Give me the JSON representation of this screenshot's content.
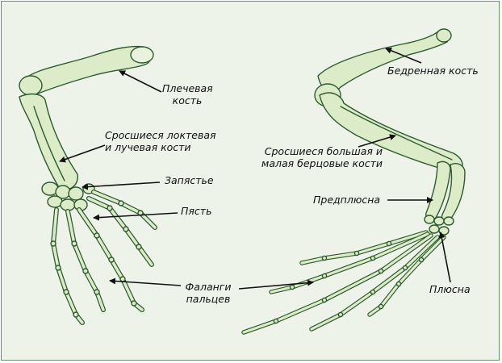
{
  "labels": {
    "humerus": "Плечевая\nкость",
    "radioulna": "Сросшиеся локтевая\nи лучевая кости",
    "carpus": "Запястье",
    "metacarpus": "Пясть",
    "phalanges": "Фаланги\nпальцев",
    "femur": "Бедренная кость",
    "tibiofibula": "Сросшиеся большая и\nмалая берцовые кости",
    "tarsus": "Предплюсна",
    "metatarsus": "Плюсна"
  },
  "colors": {
    "background": "#eef3ea",
    "bone_fill": "#dcebc8",
    "bone_stroke": "#2f5a2f",
    "text": "#111111"
  }
}
